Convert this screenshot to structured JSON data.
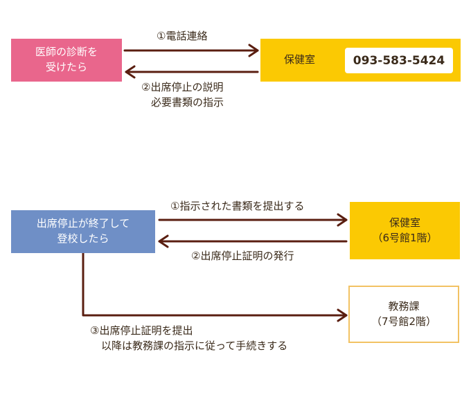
{
  "top": {
    "source_box": {
      "line1": "医師の診断を",
      "line2": "受けたら"
    },
    "target_box": {
      "label": "保健室",
      "phone": "093-583-5424"
    },
    "arrow_right_label": "①電話連絡",
    "arrow_left_label": {
      "line1": "②出席停止の説明",
      "line2": "必要書類の指示"
    }
  },
  "bottom": {
    "source_box": {
      "line1": "出席停止が終了して",
      "line2": "登校したら"
    },
    "health_room_box": {
      "line1": "保健室",
      "line2": "（6号館1階）"
    },
    "office_box": {
      "line1": "教務課",
      "line2": "（7号館2階）"
    },
    "arrow_right_label": "①指示された書類を提出する",
    "arrow_left_label": "②出席停止証明の発行",
    "arrow_down_label": {
      "line1": "③出席停止証明を提出",
      "line2": "以降は教務課の指示に従って手続きする"
    }
  },
  "colors": {
    "pink": "#e9668c",
    "blue": "#6f8fc6",
    "yellow": "#fbc903",
    "outline": "#f2c263",
    "arrow": "#5a1e10"
  }
}
